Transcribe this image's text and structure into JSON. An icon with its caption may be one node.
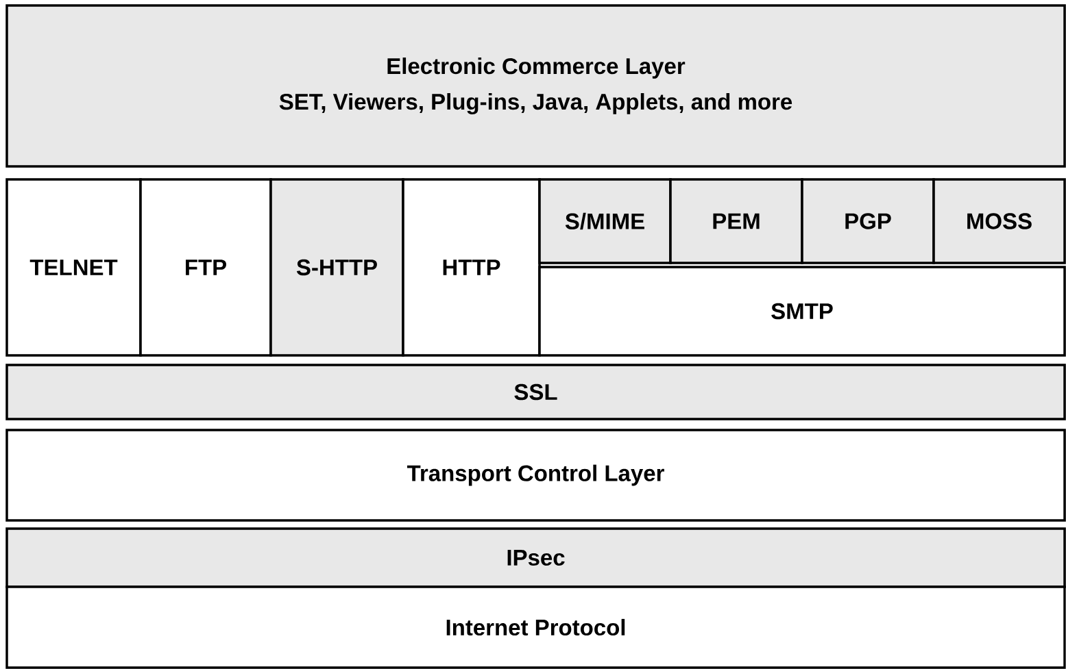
{
  "diagram": {
    "nodes": [
      {
        "text": [
          "Electronic Commerce Layer",
          "SET, Viewers, Plug-ins, Java, Applets, and more"
        ]
      },
      {
        "text": [
          "TELNET"
        ]
      },
      {
        "text": [
          "FTP"
        ]
      },
      {
        "text": [
          "S-HTTP"
        ]
      },
      {
        "text": [
          "HTTP"
        ]
      },
      {
        "text": [
          "S/MIME"
        ]
      },
      {
        "text": [
          "PEM"
        ]
      },
      {
        "text": [
          "PGP"
        ]
      },
      {
        "text": [
          "MOSS"
        ]
      },
      {
        "text": [
          "SMTP"
        ]
      },
      {
        "text": [
          "SSL"
        ]
      },
      {
        "text": [
          "Transport Control Layer"
        ]
      },
      {
        "text": [
          "IPsec"
        ]
      },
      {
        "text": [
          "Internet Protocol"
        ]
      }
    ]
  }
}
